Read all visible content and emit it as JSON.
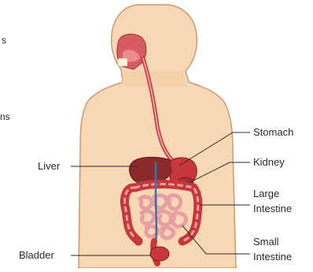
{
  "labels": {
    "stomach": "Stomach",
    "kidney": "Kidney",
    "large_intestine": [
      "Large",
      "Intestine"
    ],
    "small_intestine": [
      "Small",
      "Intestine"
    ],
    "liver": "Liver",
    "bladder": "Bladder"
  },
  "cropped_text_fragments": [
    "s",
    "ns"
  ],
  "colors": {
    "skin": "#f8d7b4",
    "skin_outline": "#c89a72",
    "organ_red": "#c8373a",
    "organ_pink": "#e79fa3",
    "liver": "#8a2a2c",
    "vein_blue": "#3d6fb0",
    "leader_line": "#2b2b2b"
  }
}
